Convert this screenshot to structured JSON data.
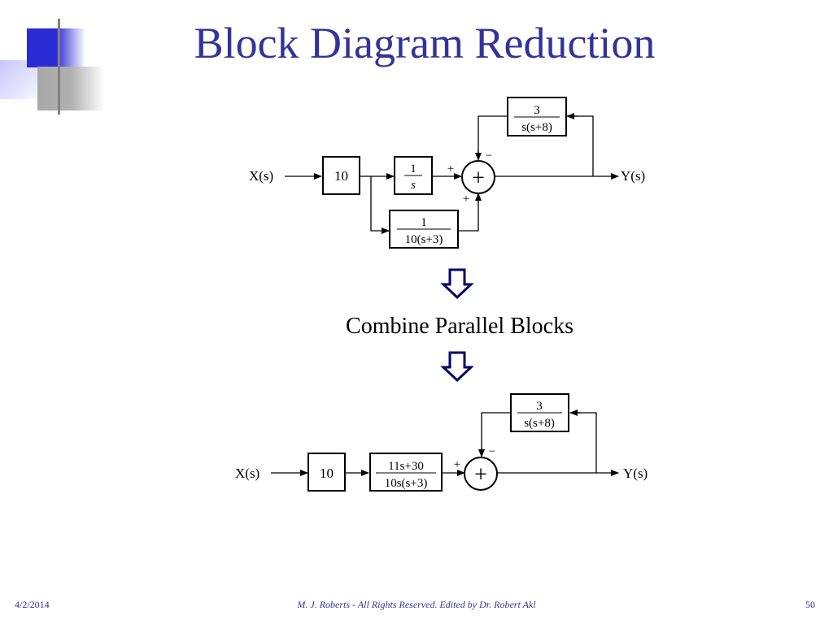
{
  "slide": {
    "title": "Block Diagram Reduction",
    "caption": "Combine Parallel Blocks",
    "footer": {
      "date": "4/2/2014",
      "copyright": "M. J. Roberts - All Rights Reserved. Edited by Dr. Robert Akl",
      "page_number": "50"
    },
    "accent_color": "#333399",
    "arrow_color": "#000066"
  },
  "diagram_top": {
    "input_label": "X(s)",
    "output_label": "Y(s)",
    "gain_block": "10",
    "integrator_block": {
      "num": "1",
      "den": "s"
    },
    "parallel_block": {
      "num": "1",
      "den": "10(s+3)"
    },
    "feedback_block": {
      "num": "3",
      "den": "s(s+8)"
    },
    "summer": {
      "symbol": "+",
      "sign_left": "+",
      "sign_top": "−",
      "sign_bottom": "+"
    }
  },
  "diagram_bottom": {
    "input_label": "X(s)",
    "output_label": "Y(s)",
    "gain_block": "10",
    "combined_block": {
      "num": "11s+30",
      "den": "10s(s+3)"
    },
    "feedback_block": {
      "num": "3",
      "den": "s(s+8)"
    },
    "summer": {
      "symbol": "+",
      "sign_left": "+",
      "sign_top": "−"
    }
  }
}
